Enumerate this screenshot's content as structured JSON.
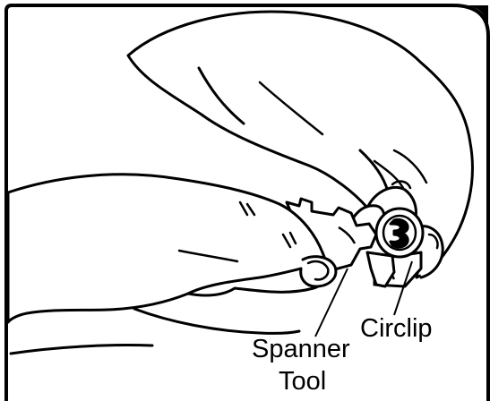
{
  "labels": {
    "circlip": "Circlip",
    "spanner_tool_line1": "Spanner",
    "spanner_tool_line2": "Tool"
  },
  "colors": {
    "ink": "#000000",
    "paper": "#ffffff"
  }
}
